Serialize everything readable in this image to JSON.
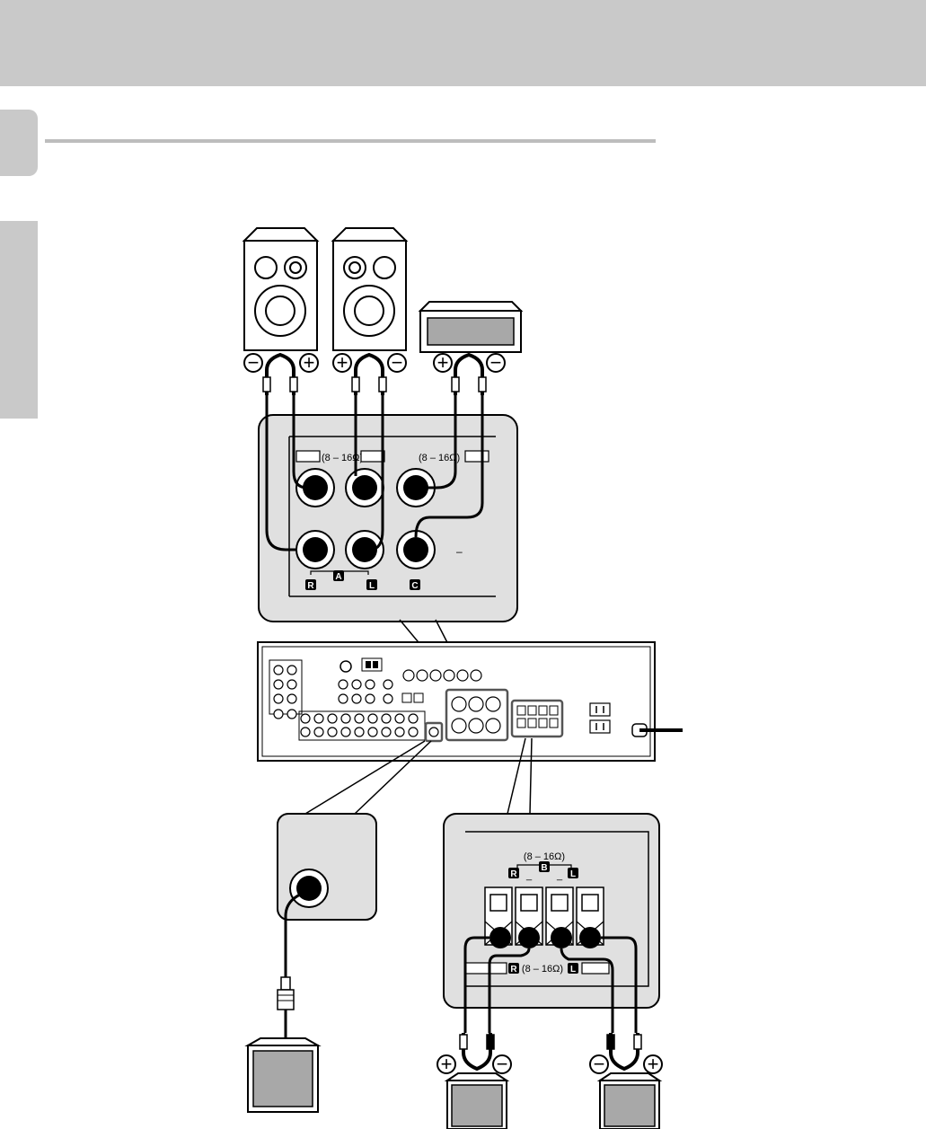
{
  "colors": {
    "band": "#c9c9c9",
    "ink": "#000000",
    "panel_fill": "#e0e0e0",
    "box_fill": "#a8a8a8",
    "rule": "#bdbdbd"
  },
  "front_panel": {
    "impedance_left": "(8 – 16Ω)",
    "impedance_right": "(8 – 16Ω)",
    "dash": "–",
    "badge_group": "A",
    "badge_right": "R",
    "badge_left": "L",
    "badge_center": "C"
  },
  "b_panel": {
    "impedance_top": "(8 – 16Ω)",
    "badge_group": "B",
    "badge_right": "R",
    "badge_left": "L",
    "dash": "_",
    "impedance_bottom": "(8 – 16Ω)",
    "badge_bottom_right": "R",
    "badge_bottom_left": "L"
  },
  "polarity": {
    "plus": "+",
    "minus": "−"
  },
  "icons": [
    "speaker-icon",
    "center-speaker-icon",
    "subwoofer-icon",
    "rca-plug-icon",
    "receiver-icon"
  ]
}
